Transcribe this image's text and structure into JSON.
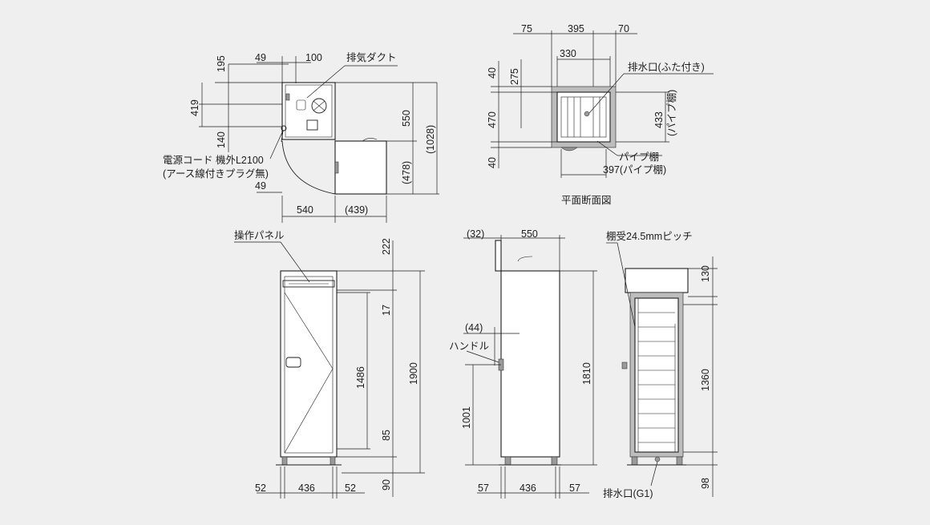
{
  "top_view": {
    "dims": {
      "d195": "195",
      "d49a": "49",
      "d100": "100",
      "d419": "419",
      "d140": "140",
      "d49b": "49",
      "d550": "550",
      "d1028": "(1028)",
      "d478": "(478)",
      "d540": "540",
      "d439": "(439)"
    },
    "labels": {
      "exhaust_duct": "排気ダクト",
      "power_cord": "電源コード 機外L2100",
      "earth_plug": "(アース線付きプラグ無)"
    }
  },
  "plan_section": {
    "dims": {
      "d75": "75",
      "d395": "395",
      "d70": "70",
      "d330": "330",
      "d275": "275",
      "d40a": "40",
      "d470": "470",
      "d40b": "40",
      "d433": "433",
      "d433_note": "(パイプ棚)",
      "d397": "397(パイプ棚)"
    },
    "labels": {
      "drain_cap": "排水口(ふた付き)",
      "pipe_shelf": "パイプ棚",
      "title": "平面断面図"
    }
  },
  "front_view": {
    "dims": {
      "d222": "222",
      "d17": "17",
      "d1486": "1486",
      "d1900": "1900",
      "d85": "85",
      "d90": "90",
      "d52a": "52",
      "d436": "436",
      "d52b": "52"
    },
    "labels": {
      "panel": "操作パネル"
    }
  },
  "side_view": {
    "dims": {
      "d32": "(32)",
      "d550": "550",
      "d44": "(44)",
      "d1810": "1810",
      "d1001": "1001",
      "d57a": "57",
      "d436": "436",
      "d57b": "57"
    },
    "labels": {
      "handle": "ハンドル"
    }
  },
  "section_view": {
    "dims": {
      "d130": "130",
      "d1360": "1360",
      "d98": "98"
    },
    "labels": {
      "shelf_pitch": "棚受24.5mmピッチ",
      "drain_g1": "排水口(G1)"
    }
  }
}
